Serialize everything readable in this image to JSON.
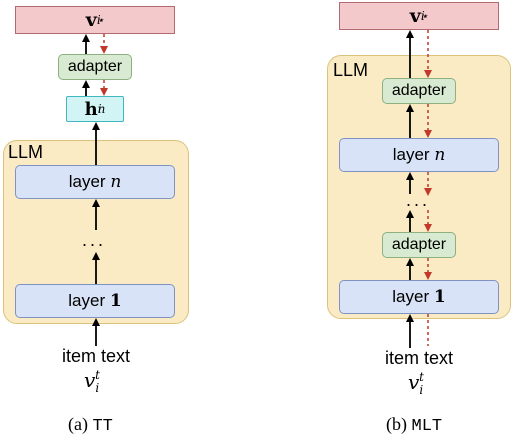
{
  "panel_a": {
    "top_vector": "v",
    "top_vector_sub": "i",
    "top_vector_sup": "⋆",
    "adapter_label": "adapter",
    "hidden_vector": "h",
    "hidden_vector_sub": "i",
    "hidden_vector_sup": "n",
    "llm_label": "LLM",
    "layer_top_prefix": "layer",
    "layer_top_var": "n",
    "ellipsis": "...",
    "layer_bottom_prefix": "layer",
    "layer_bottom_num": "1",
    "item_text": "item text",
    "input_vector": "v",
    "input_vector_sub": "i",
    "input_vector_sup": "t",
    "caption_prefix": "(a)",
    "caption_name": "TT"
  },
  "panel_b": {
    "top_vector": "v",
    "top_vector_sub": "i",
    "top_vector_sup": "⋆",
    "llm_label": "LLM",
    "adapter_top_label": "adapter",
    "layer_top_prefix": "layer",
    "layer_top_var": "n",
    "ellipsis": "...",
    "adapter_bottom_label": "adapter",
    "layer_bottom_prefix": "layer",
    "layer_bottom_num": "1",
    "item_text": "item text",
    "input_vector": "v",
    "input_vector_sub": "i",
    "input_vector_sup": "t",
    "caption_prefix": "(b)",
    "caption_name": "MLT"
  },
  "colors": {
    "forward_arrow": "#000000",
    "backward_arrow": "#c0392b",
    "llm_background": "#fbebc5",
    "layer_fill": "#d9e3f7",
    "adapter_fill": "#d8ead2",
    "hidden_fill": "#d3f4f4",
    "output_fill": "#f4c9cc"
  }
}
